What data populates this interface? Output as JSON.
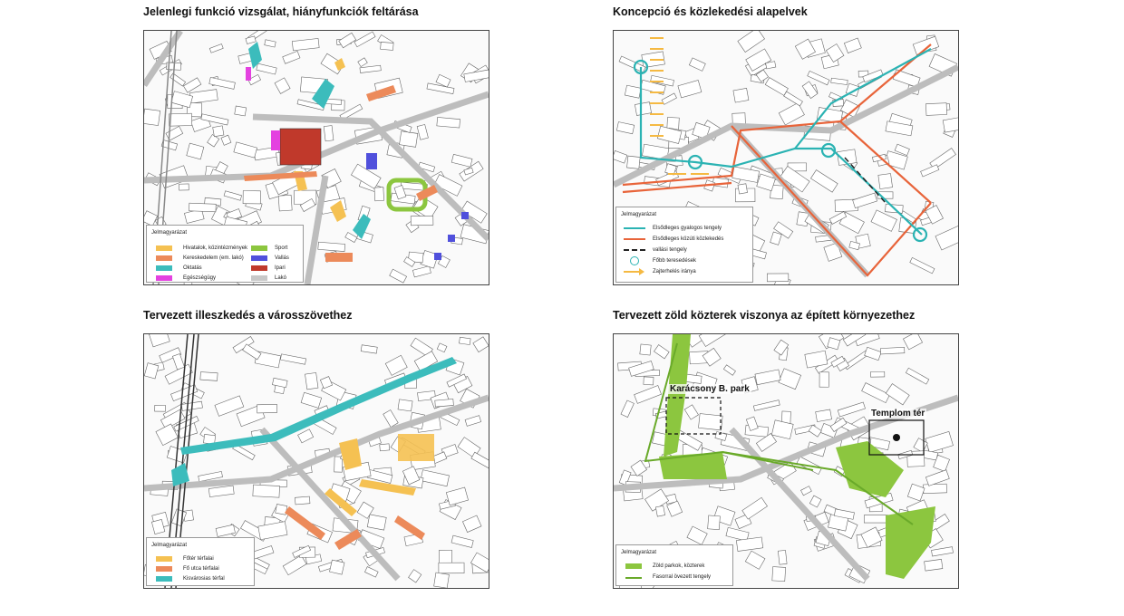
{
  "panels": {
    "p1": {
      "title": "Jelenlegi funkció vizsgálat, hiányfunkciók feltárása",
      "legend_title": "Jelmagyarázat",
      "legend_items": [
        {
          "label": "Hivatalok, közintézmények",
          "color": "#f5c152"
        },
        {
          "label": "Kereskedelem (em. lakó)",
          "color": "#ec8a5a"
        },
        {
          "label": "Oktatás",
          "color": "#3cbcbc"
        },
        {
          "label": "Egészségügy",
          "color": "#e441e0"
        },
        {
          "label": "Sport",
          "color": "#8cc63f"
        },
        {
          "label": "Vallás",
          "color": "#5050dc"
        },
        {
          "label": "Ipari",
          "color": "#c0392b"
        },
        {
          "label": "Lakó",
          "color": "#c8c8c8"
        }
      ]
    },
    "p2": {
      "title": "Koncepció és közlekedési alapelvek",
      "legend_title": "Jelmagyarázat",
      "legend_items": [
        {
          "label": "Elsődleges gyalogos tengely",
          "color": "#2bb3b3",
          "symbol": "line"
        },
        {
          "label": "Elsődleges közúti közlekedés",
          "color": "#e8643a",
          "symbol": "line"
        },
        {
          "label": "vallási tengely",
          "color": "#222222",
          "symbol": "dash"
        },
        {
          "label": "Főbb teresedések",
          "color": "#2bb3b3",
          "symbol": "circle"
        },
        {
          "label": "Zajterhelés iránya",
          "color": "#f5b942",
          "symbol": "arrow"
        }
      ]
    },
    "p3": {
      "title": "Tervezett illeszkedés a városszövethez",
      "legend_title": "Jelmagyarázat",
      "legend_items": [
        {
          "label": "Főtér térfalai",
          "color": "#f5c152"
        },
        {
          "label": "Fő utca térfalai",
          "color": "#ec8a5a"
        },
        {
          "label": "Kisvárosias térfal",
          "color": "#3cbcbc"
        }
      ]
    },
    "p4": {
      "title": "Tervezett zöld közterek viszonya az épített környezethez",
      "legend_title": "Jelmagyarázat",
      "legend_items": [
        {
          "label": "Zöld parkok, közterek",
          "color": "#8cc63f",
          "symbol": "box"
        },
        {
          "label": "Fasorral övezett tengely",
          "color": "#6aaa2a",
          "symbol": "line"
        }
      ],
      "labels": {
        "park": "Karácsony B. park",
        "church": "Templom tér"
      }
    }
  }
}
